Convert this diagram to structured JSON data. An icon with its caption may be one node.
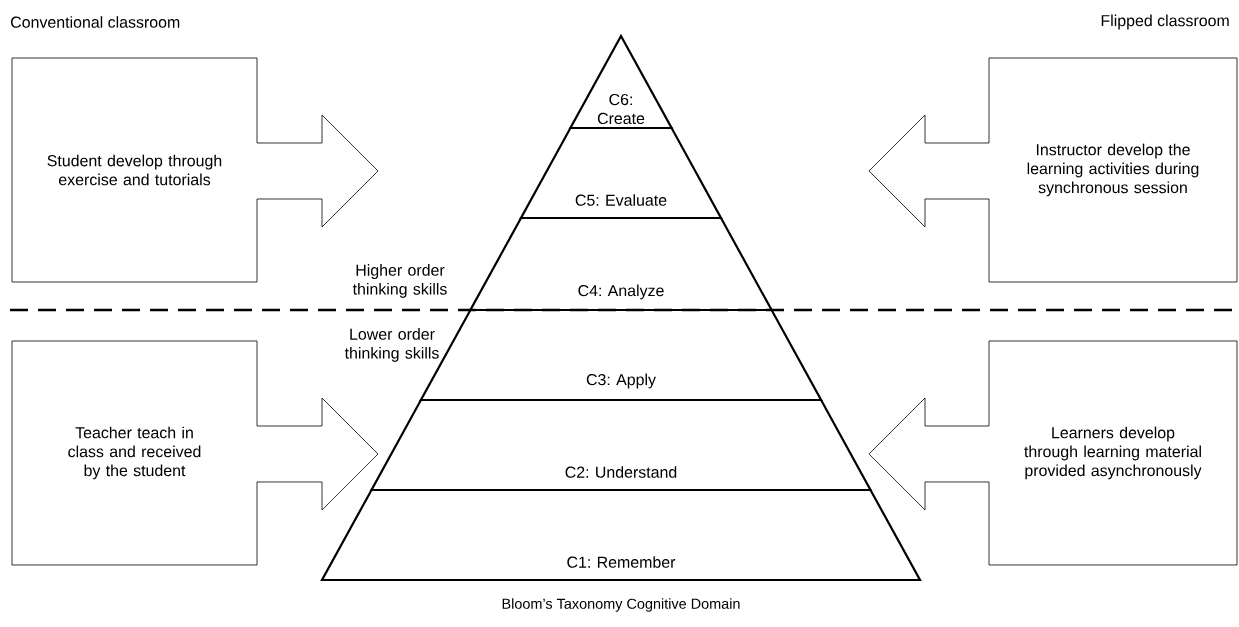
{
  "diagram": {
    "caption": "Bloom’s Taxonomy Cognitive Domain",
    "nodes": [
      {
        "text": [
          "Student develop through exercise and tutorials"
        ]
      },
      {
        "text": [
          "Instructor develop the learning activities during synchronous session"
        ]
      },
      {
        "text": [
          "Teacher teach in class and received by the student"
        ]
      },
      {
        "text": [
          "Learners develop through learning material provided asynchronously"
        ]
      },
      {
        "text": [
          "C6: Create"
        ]
      },
      {
        "text": [
          "C5: Evaluate"
        ]
      },
      {
        "text": [
          "C4: Analyze"
        ]
      },
      {
        "text": [
          "C3: Apply"
        ]
      },
      {
        "text": [
          "C2: Understand"
        ]
      },
      {
        "text": [
          "C1: Remember"
        ]
      }
    ],
    "labels": [
      "Conventional classroom",
      "Flipped classroom",
      "Higher order thinking skills",
      "Lower order thinking skills"
    ]
  }
}
